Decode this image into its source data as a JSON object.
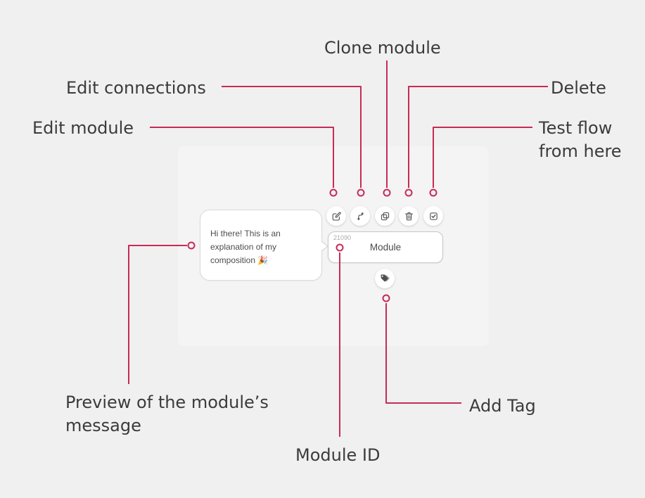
{
  "colors": {
    "accent": "#c62b58",
    "label_text": "#3b3b3b",
    "background": "#f1f0f0"
  },
  "annotations": {
    "clone_module": "Clone module",
    "edit_connections": "Edit connections",
    "edit_module": "Edit module",
    "delete": "Delete",
    "test_flow": "Test flow from here",
    "preview": "Preview of the module’s message",
    "module_id": "Module ID",
    "add_tag": "Add Tag"
  },
  "module": {
    "id": "21090",
    "name": "Module",
    "preview_message": "Hi there! This is an explanation of my composition 🎉"
  },
  "toolbar": {
    "icons": [
      "edit-icon",
      "branch-icon",
      "copy-icon",
      "trash-icon",
      "checkbox-icon"
    ],
    "tag_icon": "tag-icon"
  }
}
